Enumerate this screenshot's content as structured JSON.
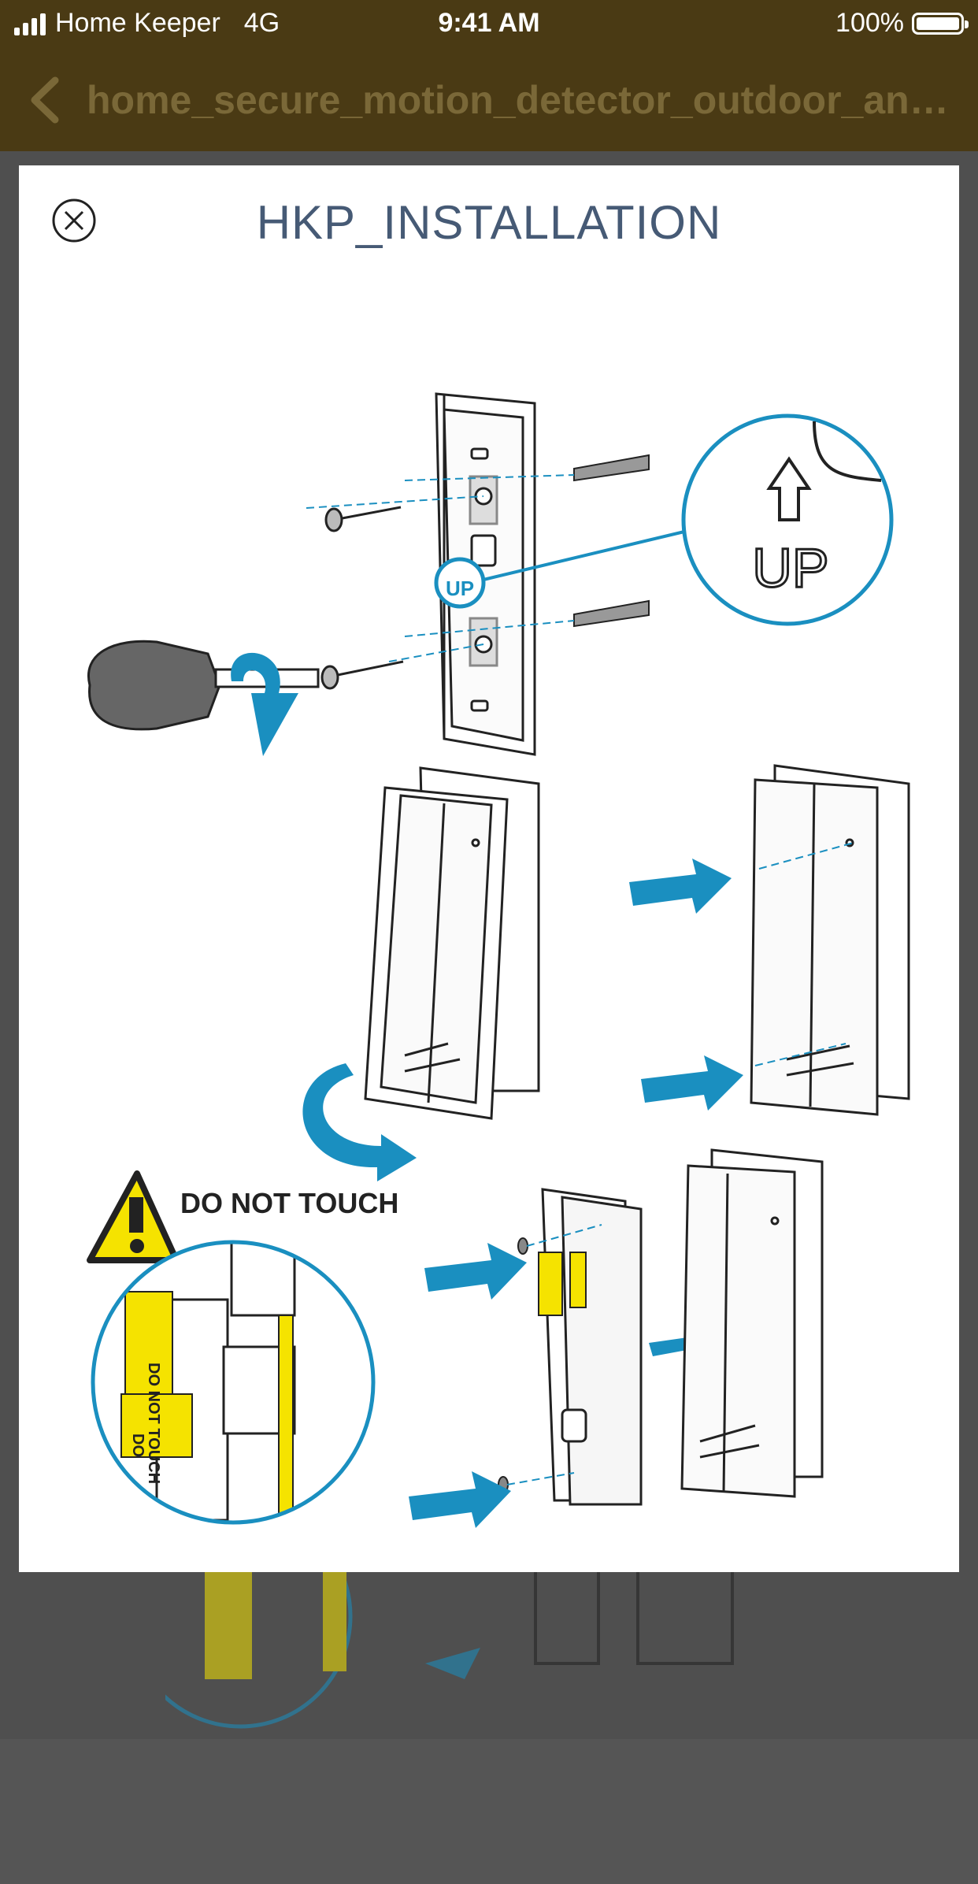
{
  "status_bar": {
    "carrier": "Home Keeper",
    "network": "4G",
    "time": "9:41 AM",
    "battery": "100%"
  },
  "nav": {
    "title": "home_secure_motion_detector_outdoor_anti..."
  },
  "modal": {
    "title": "HKP_INSTALLATION",
    "warning_text": "DO NOT TOUCH",
    "up_label": "UP",
    "tag_text": "DO NOT TOUCH",
    "tag_short": "DO"
  },
  "colors": {
    "bar": "#4a3a14",
    "accent_blue": "#1a8fc0",
    "warning_yellow": "#f5e300",
    "title_text": "#465a75"
  }
}
